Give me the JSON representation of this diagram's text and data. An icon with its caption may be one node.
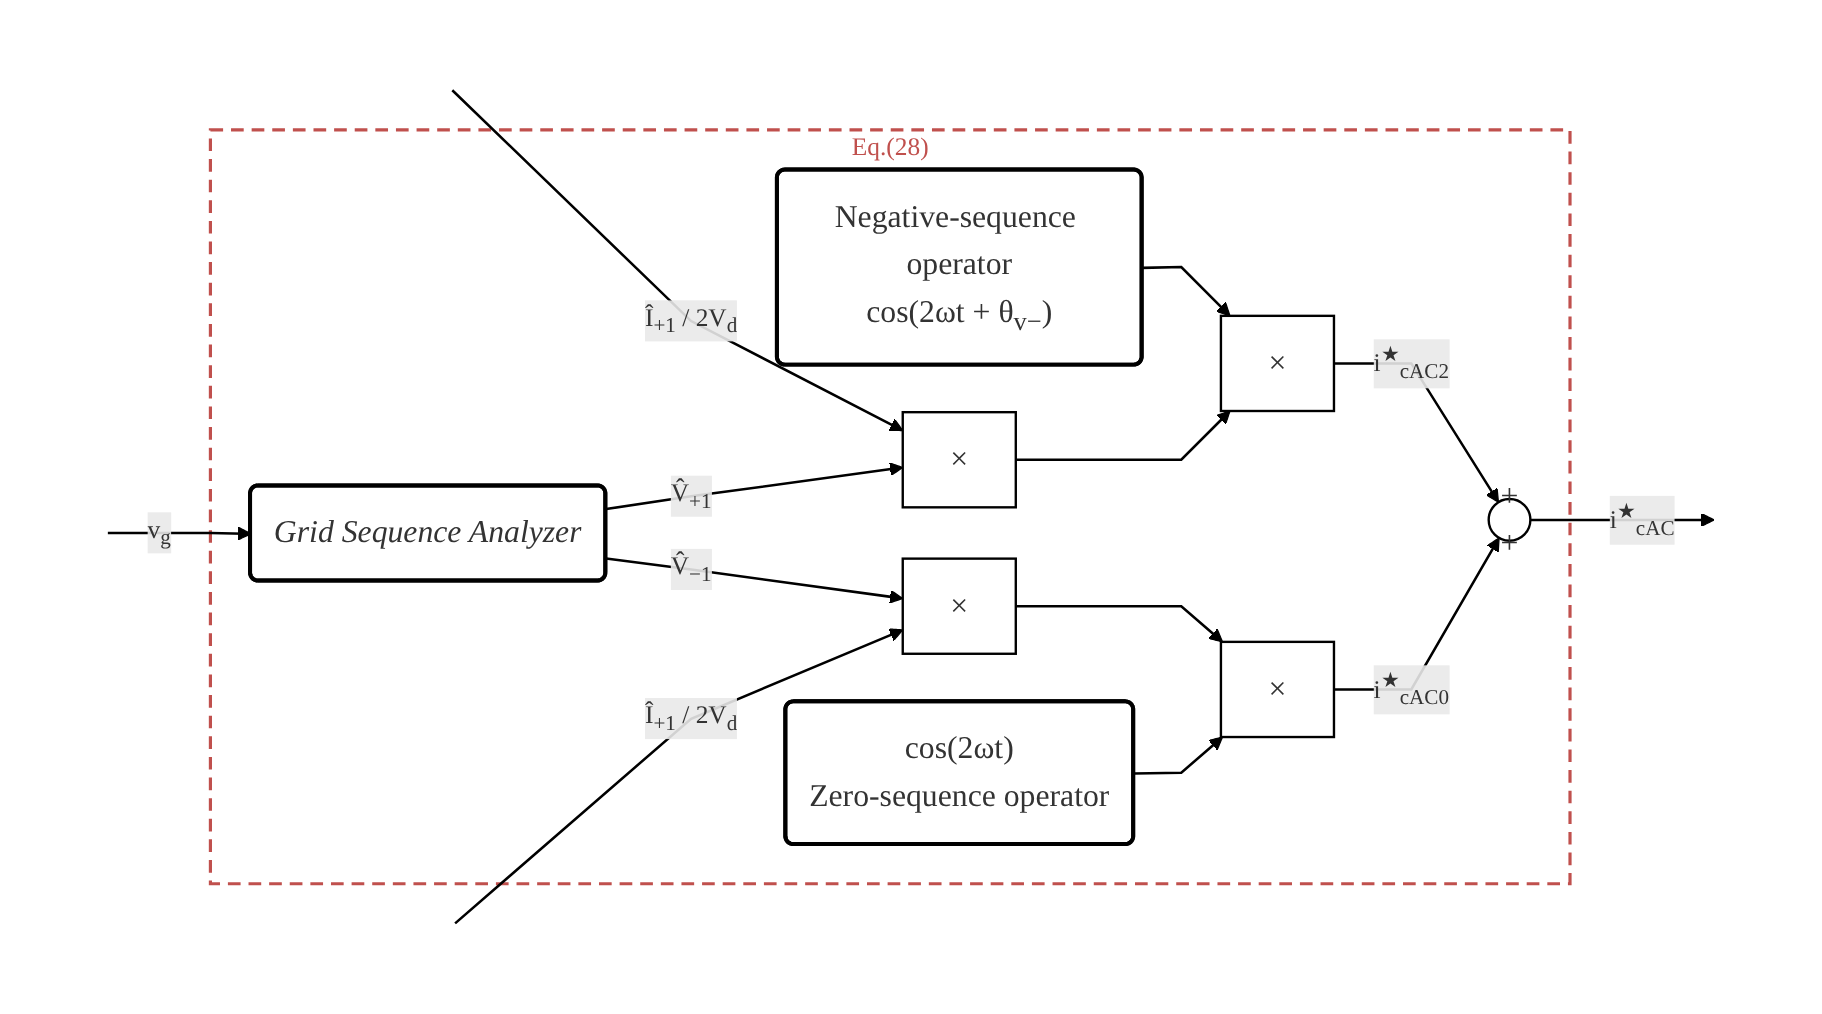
{
  "diagram": {
    "nodes": [
      {
        "text": [
          "Eq.(28)"
        ]
      },
      {
        "text": [
          "Grid Sequence Analyzer"
        ],
        "in": 0
      },
      {
        "text": [
          "×"
        ],
        "in": 0
      },
      {
        "text": [
          "×"
        ],
        "in": 0
      },
      {
        "text": [
          "Negative-sequence operator",
          "cos(2ωt + θ$_{v−}$)"
        ],
        "in": 0
      },
      {
        "text": [
          "×"
        ],
        "in": 0
      },
      {
        "text": [
          "cos(2ωt)",
          "Zero-sequence operator"
        ],
        "in": 0
      },
      {
        "text": [
          "×"
        ],
        "in": 0
      },
      {
        "text": [
          "+",
          "+"
        ],
        "in": 0
      }
    ],
    "edges": [
      {
        "from": null,
        "to": 1,
        "arrow": "to",
        "label": "v$_{g}$"
      },
      {
        "from": null,
        "to": 2,
        "arrow": "to",
        "label": "Î$_{+1}$ / 2V$_{d}$"
      },
      {
        "from": 1,
        "to": 2,
        "arrow": "to",
        "label": "V̂$_{+1}$"
      },
      {
        "from": 1,
        "to": 3,
        "arrow": "to",
        "label": "V̂$_{−1}$"
      },
      {
        "from": null,
        "to": 3,
        "arrow": "to",
        "label": "Î$_{+1}$ / 2V$_{d}$"
      },
      {
        "from": 4,
        "to": 5,
        "arrow": "to"
      },
      {
        "from": 2,
        "to": 5,
        "arrow": "to"
      },
      {
        "from": 3,
        "to": 7,
        "arrow": "to"
      },
      {
        "from": 6,
        "to": 7,
        "arrow": "to"
      },
      {
        "from": 5,
        "to": 8,
        "arrow": "to",
        "label": "i$^{★}$$_{cAC2}$"
      },
      {
        "from": 7,
        "to": 8,
        "arrow": "to",
        "label": "i$^{★}$$_{cAC0}$"
      },
      {
        "from": 8,
        "to": null,
        "arrow": "to",
        "label": "i$^{★}$$_{cAC}$"
      }
    ]
  }
}
